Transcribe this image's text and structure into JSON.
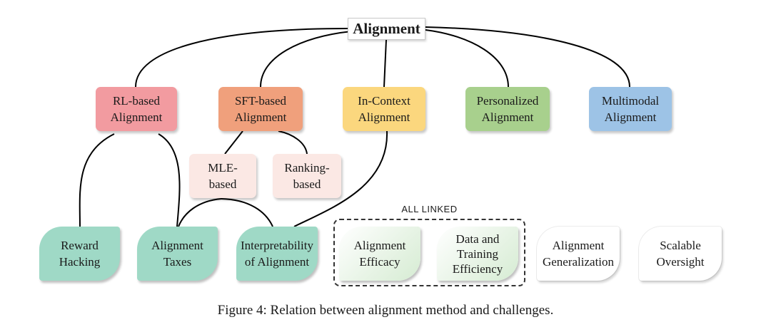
{
  "root": "Alignment",
  "methods": {
    "rl": [
      "RL-based",
      "Alignment"
    ],
    "sft": [
      "SFT-based",
      "Alignment"
    ],
    "icl": [
      "In-Context",
      "Alignment"
    ],
    "pers": [
      "Personalized",
      "Alignment"
    ],
    "mm": [
      "Multimodal",
      "Alignment"
    ]
  },
  "sft_subtypes": {
    "mle": [
      "MLE-",
      "based"
    ],
    "ranking": [
      "Ranking-",
      "based"
    ]
  },
  "challenges": {
    "reward_hacking": [
      "Reward",
      "Hacking"
    ],
    "alignment_taxes": [
      "Alignment",
      "Taxes"
    ],
    "interpretability": [
      "Interpretability",
      "of Alignment"
    ],
    "efficacy": [
      "Alignment",
      "Efficacy"
    ],
    "data_training": [
      "Data and",
      "Training",
      "Efficiency"
    ],
    "generalization": [
      "Alignment",
      "Generalization"
    ],
    "oversight": [
      "Scalable",
      "Oversight"
    ]
  },
  "group_label": "ALL LINKED",
  "caption": "Figure 4: Relation between alignment method and challenges.",
  "colors": {
    "rl": "#f29ba0",
    "sft": "#f0a07c",
    "icl": "#fbd77e",
    "pers": "#a8d08d",
    "mm": "#9dc3e6",
    "subtype": "#fbe8e4",
    "challenge_linked": "#9fd9c6",
    "challenge_efficiency": "#dcefd9",
    "challenge_other": "#ffffff"
  }
}
